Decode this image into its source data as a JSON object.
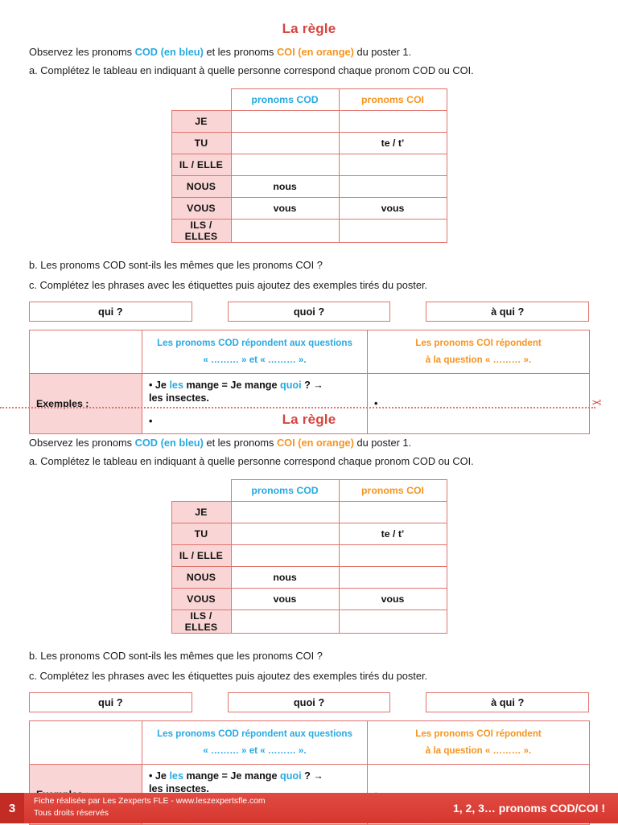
{
  "sheet": {
    "title": "La règle",
    "intro": {
      "before_cod": "Observez les pronoms ",
      "cod": "COD (en bleu)",
      "between": " et les pronoms ",
      "coi": "COI (en orange)",
      "after": " du poster 1."
    },
    "question_a": "a. Complétez le tableau en indiquant à quelle personne correspond chaque pronom COD ou COI.",
    "question_b": "b. Les pronoms COD sont-ils les mêmes que les pronoms COI ?",
    "question_c": "c. Complétez les phrases avec les étiquettes puis ajoutez des exemples tirés du poster."
  },
  "pronoun_table": {
    "headers": [
      "",
      "pronoms COD",
      "pronoms COI"
    ],
    "rows": [
      {
        "label": "JE",
        "cod": "",
        "coi": ""
      },
      {
        "label": "TU",
        "cod": "",
        "coi": "te / t’"
      },
      {
        "label": "IL / ELLE",
        "cod": "",
        "coi": ""
      },
      {
        "label": "NOUS",
        "cod": "nous",
        "coi": ""
      },
      {
        "label": "VOUS",
        "cod": "vous",
        "coi": "vous"
      },
      {
        "label": "ILS / ELLES",
        "cod": "",
        "coi": ""
      }
    ]
  },
  "tags": [
    "qui ?",
    "quoi ?",
    "à qui ?"
  ],
  "answer_table": {
    "header_blank": "",
    "header_cod_line1": "Les pronoms COD répondent aux questions",
    "header_cod_line2": "« ……… » et « ……… ».",
    "header_coi_line1": "Les pronoms COI répondent",
    "header_coi_line2": "à la question « ……… ».",
    "examples_label": "Exemples :",
    "example_cod": {
      "bullet": "•",
      "before_les": " Je ",
      "les": "les",
      "middle": " mange = Je mange ",
      "quoi": "quoi",
      "after": " ? →",
      "line2": "les insectes.",
      "empty_bullet": "•"
    },
    "example_coi_bullet": "•"
  },
  "cut_line": {
    "scissors_icon": "scissors-icon"
  },
  "footer": {
    "page_number": "3",
    "credit_line1": "Fiche réalisée par Les Zexperts FLE - www.leszexpertsfle.com",
    "credit_line2": "Tous droits réservés",
    "title": "1, 2, 3… pronoms COD/COI !"
  },
  "colors": {
    "cod_blue": "#27aae1",
    "coi_orange": "#f7941e",
    "title_red": "#d6453f",
    "border_salmon": "#e0736c",
    "fill_pink": "#f9d5d5",
    "footer_red": "#d6372f"
  }
}
